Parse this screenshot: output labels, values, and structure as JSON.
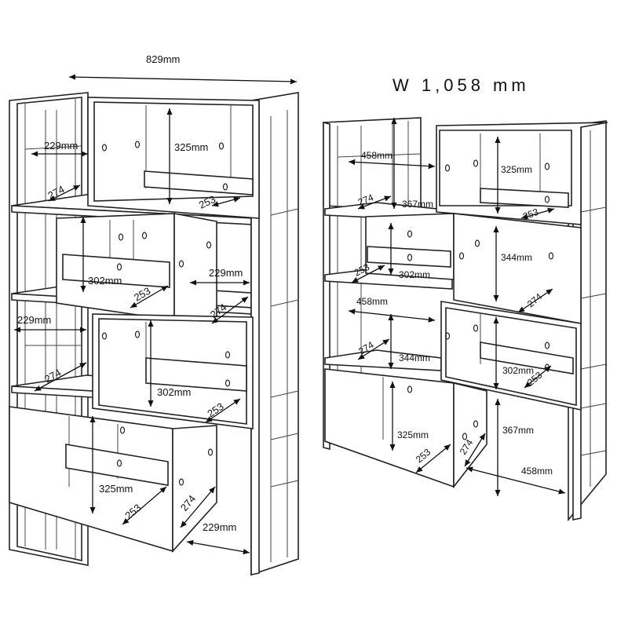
{
  "left_figure": {
    "overall_width": "829mm",
    "labels": {
      "a1": "229mm",
      "a2": "274",
      "a3": "325mm",
      "a4": "253",
      "b1": "302mm",
      "b2": "253",
      "b3": "229mm",
      "b4": "274",
      "c1": "229mm",
      "c2": "274",
      "c3": "302mm",
      "c4": "253",
      "d1": "325mm",
      "d2": "253",
      "d3": "274",
      "d4": "229mm"
    }
  },
  "right_figure": {
    "overall_width": "W 1,058 mm",
    "labels": {
      "a1": "458mm",
      "a2": "274",
      "a3": "367mm",
      "a4": "325mm",
      "a5": "253",
      "b1": "253",
      "b2": "302mm",
      "b3": "344mm",
      "b4": "274",
      "c1": "458mm",
      "c2": "274",
      "c3": "344mm",
      "c4": "302mm",
      "c5": "253",
      "d1": "325mm",
      "d2": "253",
      "d3": "274",
      "d4": "367mm",
      "d5": "458mm"
    }
  },
  "colors": {
    "line": "#222222",
    "background": "#ffffff"
  }
}
